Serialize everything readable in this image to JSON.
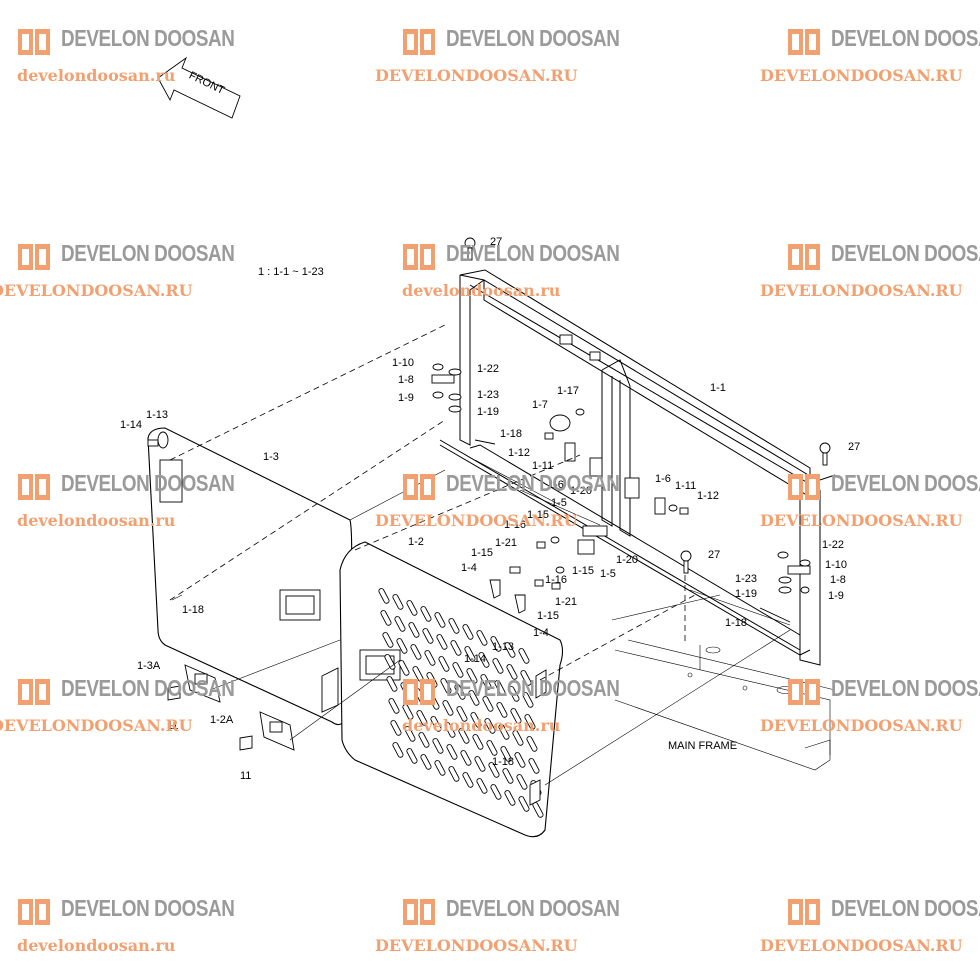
{
  "watermark": {
    "brand": "DEVELON DOOSAN",
    "site_lower": "develondoosan.ru",
    "site_upper": "DEVELONDOOSAN.RU",
    "brand_color": "#9a9a9a",
    "site_color": "#f3a070"
  },
  "diagram": {
    "front_label": "FRONT",
    "assembly_note": "1 : 1-1 ~ 1-23",
    "main_frame_label": "MAIN FRAME",
    "callouts": {
      "p27a": "27",
      "p27b": "27",
      "p27c": "27",
      "p1_1": "1-1",
      "p1_2": "1-2",
      "p1_3": "1-3",
      "p1_10a": "1-10",
      "p1_8a": "1-8",
      "p1_9a": "1-9",
      "p1_22a": "1-22",
      "p1_23a": "1-23",
      "p1_19a": "1-19",
      "p1_18a": "1-18",
      "p1_17": "1-17",
      "p1_7": "1-7",
      "p1_12a": "1-12",
      "p1_11a": "1-11",
      "p1_6a": "1-6",
      "p1_20a": "1-20",
      "p1_5a": "1-5",
      "p1_15a": "1-15",
      "p1_16a": "1-16",
      "p1_21a": "1-21",
      "p1_15b": "1-15",
      "p1_4a": "1-4",
      "p1_16b": "1-16",
      "p1_15c": "1-15",
      "p1_5b": "1-5",
      "p1_20b": "1-20",
      "p1_21b": "1-21",
      "p1_15d": "1-15",
      "p1_4b": "1-4",
      "p1_6b": "1-6",
      "p1_11b": "1-11",
      "p1_12b": "1-12",
      "p1_22b": "1-22",
      "p1_10b": "1-10",
      "p1_23b": "1-23",
      "p1_8b": "1-8",
      "p1_19b": "1-19",
      "p1_9b": "1-9",
      "p1_18b": "1-18",
      "p1_14a": "1-14",
      "p1_13a": "1-13",
      "p1_18c": "1-18",
      "p1_3a": "1-3A",
      "p11a": "11",
      "p1_2a": "1-2A",
      "p11b": "11",
      "p1_13b": "1-13",
      "p1_14b": "1-14",
      "p1_18d": "1-18"
    }
  }
}
